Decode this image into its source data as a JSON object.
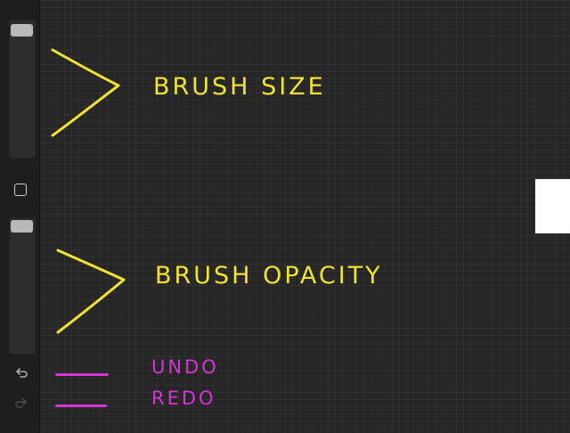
{
  "annotations": {
    "brush_size": "BRUSH SIZE",
    "brush_opacity": "BRUSH OPACITY",
    "undo": "UNDO",
    "redo": "REDO"
  },
  "sidebar": {
    "brush_size_slider": {
      "level": 0.98
    },
    "brush_opacity_slider": {
      "level": 0.99
    },
    "modify_button_icon": "square-icon",
    "undo_icon": "undo-arrow-icon",
    "redo_icon": "redo-arrow-icon"
  },
  "colors": {
    "annotation_yellow": "#f2e233",
    "annotation_magenta": "#d634d6",
    "canvas": "#262626",
    "toolbar": "#1e1e1e"
  }
}
